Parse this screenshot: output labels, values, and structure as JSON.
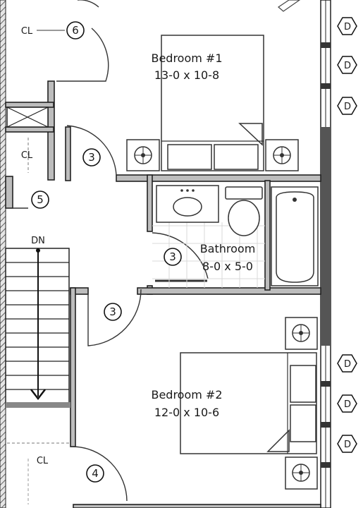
{
  "rooms": {
    "bedroom1": {
      "name": "Bedroom #1",
      "dims": "13-0 x 10-8"
    },
    "bedroom2": {
      "name": "Bedroom #2",
      "dims": "12-0 x 10-6"
    },
    "bathroom": {
      "name": "Bathroom",
      "dims": "8-0 x 5-0"
    }
  },
  "closets": {
    "top": "CL",
    "middle": "CL",
    "bottom": "CL"
  },
  "stairs": {
    "direction": "DN"
  },
  "door_tags": {
    "tag6": "6",
    "tag3a": "3",
    "tag5": "5",
    "tag3b": "3",
    "tag3c": "3",
    "tag4": "4"
  },
  "window_tags": [
    "D",
    "D",
    "D",
    "D",
    "D",
    "D"
  ]
}
